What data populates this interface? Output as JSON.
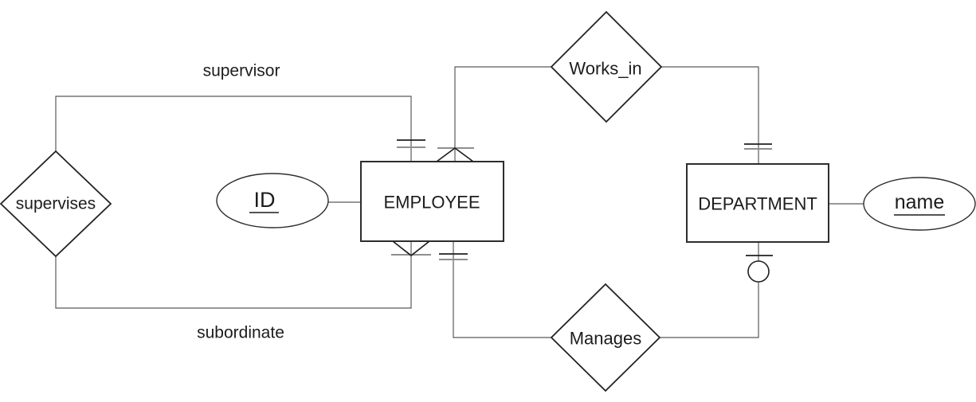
{
  "diagram": {
    "kind": "entity-relationship-diagram",
    "colors": {
      "background": "#ffffff",
      "edge_line": "#5a5a5a",
      "shape_stroke": "#2d2d2d",
      "mark_primary": "#1f1f1f",
      "mark_secondary": "#8e8e8e",
      "text": "#1c1c1c"
    },
    "entities": [
      {
        "name": "EMPLOYEE"
      },
      {
        "name": "DEPARTMENT"
      }
    ],
    "attributes": [
      {
        "name": "ID",
        "is_key": true,
        "entity": "EMPLOYEE"
      },
      {
        "name": "name",
        "is_key": true,
        "entity": "DEPARTMENT"
      }
    ],
    "relationships": [
      {
        "name": "supervises",
        "entities": [
          "EMPLOYEE",
          "EMPLOYEE"
        ],
        "role_labels": [
          "supervisor",
          "subordinate"
        ]
      },
      {
        "name": "Works_in",
        "entities": [
          "EMPLOYEE",
          "DEPARTMENT"
        ]
      },
      {
        "name": "Manages",
        "entities": [
          "EMPLOYEE",
          "DEPARTMENT"
        ]
      }
    ],
    "cardinalities": [
      {
        "edge": "supervises to EMPLOYEE (supervisor role)",
        "notation": "one-and-only-one-double-bar"
      },
      {
        "edge": "supervises to EMPLOYEE (subordinate role)",
        "notation": "many-crow-foot-with-bar"
      },
      {
        "edge": "Works_in to EMPLOYEE",
        "notation": "many-crow-foot-with-bar"
      },
      {
        "edge": "Works_in to DEPARTMENT",
        "notation": "one-and-only-one-double-bar"
      },
      {
        "edge": "Manages to EMPLOYEE",
        "notation": "one-and-only-one-double-bar"
      },
      {
        "edge": "Manages to DEPARTMENT",
        "notation": "zero-or-one-bar-and-circle"
      }
    ]
  }
}
